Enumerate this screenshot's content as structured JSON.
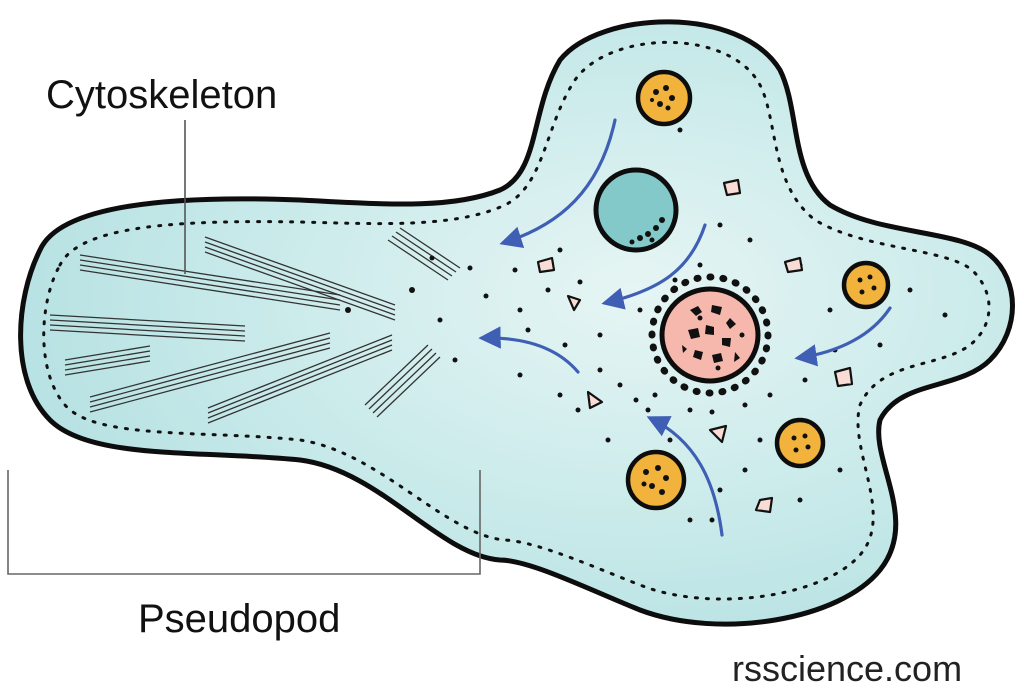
{
  "labels": {
    "cytoskeleton": "Cytoskeleton",
    "pseudopod": "Pseudopod"
  },
  "credit": "rsscience.com",
  "colors": {
    "cytoplasm": "#c7e9ea",
    "membrane": "#0d0d0d",
    "flow_arrows": "#3f5fb5",
    "vacuole": "#84c9c9",
    "nucleus": "#f6b7ad",
    "food_vacuole": "#f2b33d",
    "granule": "#f9dcd5"
  }
}
